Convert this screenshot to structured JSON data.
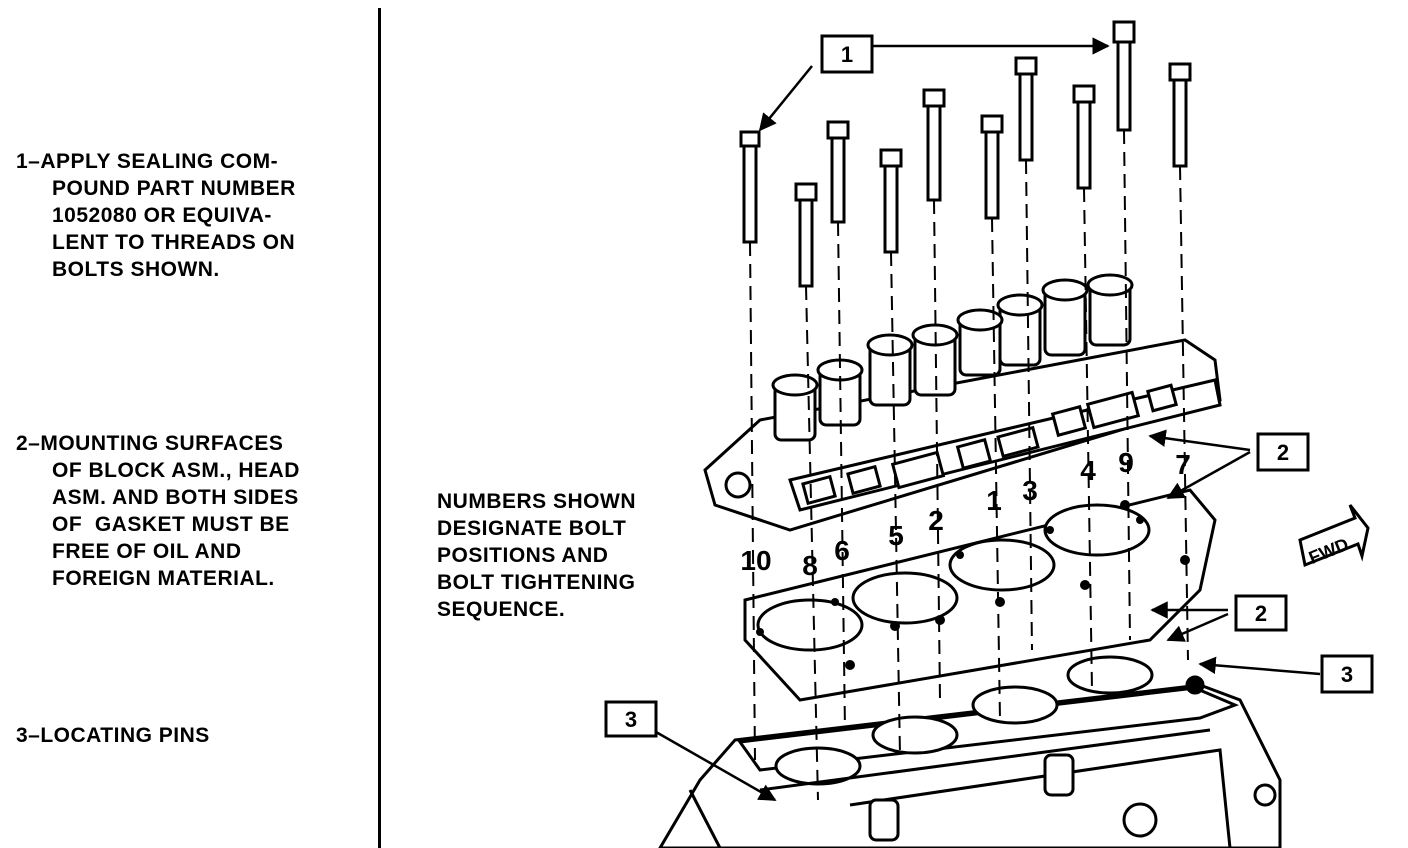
{
  "legend": [
    {
      "lines": [
        "1–APPLY SEALING COM-",
        "POUND PART NUMBER",
        "1052080 OR EQUIVA-",
        "LENT TO THREADS ON",
        "BOLTS SHOWN."
      ]
    },
    {
      "lines": [
        "2–MOUNTING SURFACES",
        "OF BLOCK ASM., HEAD",
        "ASM. AND BOTH SIDES",
        "OF  GASKET MUST BE",
        "FREE OF OIL AND",
        "FOREIGN MATERIAL."
      ]
    },
    {
      "lines": [
        "3–LOCATING PINS"
      ]
    }
  ],
  "note": [
    "NUMBERS SHOWN",
    "DESIGNATE BOLT",
    "POSITIONS AND",
    "BOLT TIGHTENING",
    "SEQUENCE."
  ],
  "callouts": {
    "c1": "1",
    "c2a": "2",
    "c2b": "2",
    "c3a": "3",
    "c3b": "3"
  },
  "sequence": {
    "s10": "10",
    "s8": "8",
    "s6": "6",
    "s5": "5",
    "s2": "2",
    "s1": "1",
    "s3": "3",
    "s4": "4",
    "s9": "9",
    "s7": "7"
  },
  "fwd_label": "FWD"
}
